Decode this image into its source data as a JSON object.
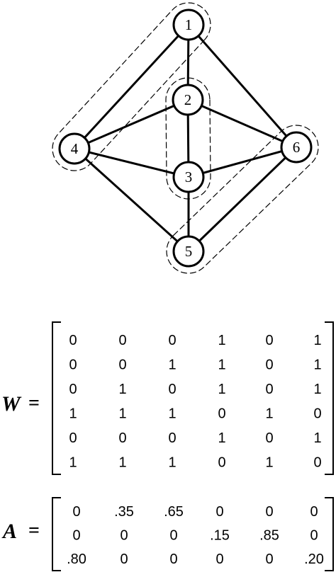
{
  "graph": {
    "nodes": [
      {
        "id": "1",
        "label": "1"
      },
      {
        "id": "2",
        "label": "2"
      },
      {
        "id": "3",
        "label": "3"
      },
      {
        "id": "4",
        "label": "4"
      },
      {
        "id": "5",
        "label": "5"
      },
      {
        "id": "6",
        "label": "6"
      }
    ],
    "edges": [
      [
        "1",
        "2"
      ],
      [
        "1",
        "4"
      ],
      [
        "1",
        "6"
      ],
      [
        "2",
        "3"
      ],
      [
        "2",
        "4"
      ],
      [
        "2",
        "6"
      ],
      [
        "3",
        "4"
      ],
      [
        "3",
        "5"
      ],
      [
        "3",
        "6"
      ],
      [
        "4",
        "5"
      ],
      [
        "5",
        "6"
      ]
    ],
    "clusters": [
      {
        "name": "cluster-1-4",
        "members": [
          "1",
          "4"
        ]
      },
      {
        "name": "cluster-2-3",
        "members": [
          "2",
          "3"
        ]
      },
      {
        "name": "cluster-5-6",
        "members": [
          "5",
          "6"
        ]
      }
    ],
    "colors": {
      "stroke": "#000000",
      "fill": "#ffffff"
    }
  },
  "matrix_w": {
    "name": "W",
    "equals": "=",
    "rows": [
      [
        "0",
        "0",
        "0",
        "1",
        "0",
        "1"
      ],
      [
        "0",
        "0",
        "1",
        "1",
        "0",
        "1"
      ],
      [
        "0",
        "1",
        "0",
        "1",
        "0",
        "1"
      ],
      [
        "1",
        "1",
        "1",
        "0",
        "1",
        "0"
      ],
      [
        "0",
        "0",
        "0",
        "1",
        "0",
        "1"
      ],
      [
        "1",
        "1",
        "1",
        "0",
        "1",
        "0"
      ]
    ]
  },
  "matrix_a": {
    "name": "A",
    "equals": "=",
    "rows": [
      [
        "0",
        ".35",
        ".65",
        "0",
        "0",
        "0"
      ],
      [
        "0",
        "0",
        "0",
        ".15",
        ".85",
        "0"
      ],
      [
        ".80",
        "0",
        "0",
        "0",
        "0",
        ".20"
      ]
    ]
  }
}
